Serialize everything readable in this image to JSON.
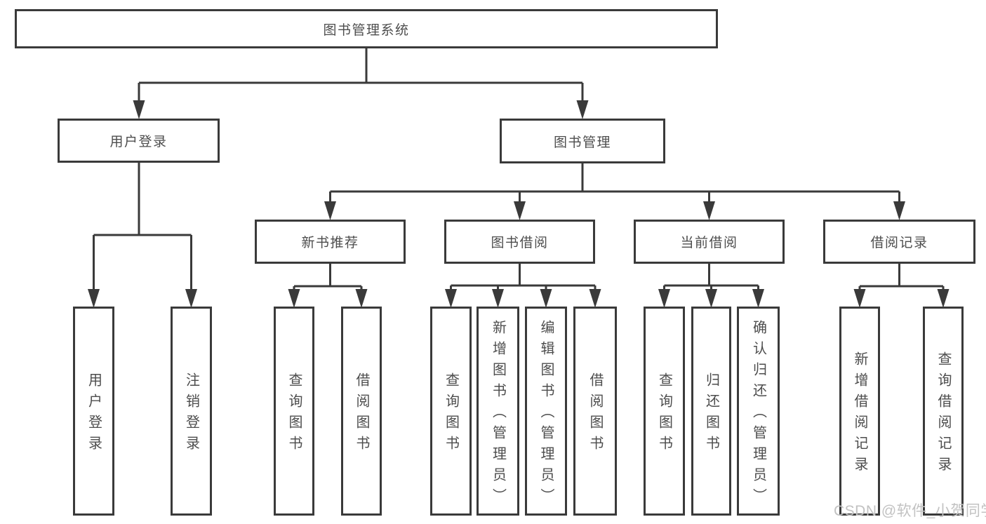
{
  "tree": {
    "root": {
      "label": "图书管理系统"
    },
    "branches": [
      {
        "label": "用户登录",
        "children": [
          {
            "label": "用户登录"
          },
          {
            "label": "注销登录"
          }
        ]
      },
      {
        "label": "图书管理",
        "children": [
          {
            "label": "新书推荐",
            "children": [
              {
                "label": "查询图书"
              },
              {
                "label": "借阅图书"
              }
            ]
          },
          {
            "label": "图书借阅",
            "children": [
              {
                "label": "查询图书"
              },
              {
                "label": "新增图书（管理员）"
              },
              {
                "label": "编辑图书（管理员）"
              },
              {
                "label": "借阅图书"
              }
            ]
          },
          {
            "label": "当前借阅",
            "children": [
              {
                "label": "查询图书"
              },
              {
                "label": "归还图书"
              },
              {
                "label": "确认归还（管理员）"
              }
            ]
          },
          {
            "label": "借阅记录",
            "children": [
              {
                "label": "新增借阅记录"
              },
              {
                "label": "查询借阅记录"
              }
            ]
          }
        ]
      }
    ]
  },
  "watermark": {
    "text": "CSDN @软件_小贺同学"
  },
  "colors": {
    "background": "#ffffff",
    "line": "#3a3a3a",
    "box_border": "#3a3a3a",
    "text": "#4d4d4d",
    "watermark": "#c2c2c2"
  }
}
